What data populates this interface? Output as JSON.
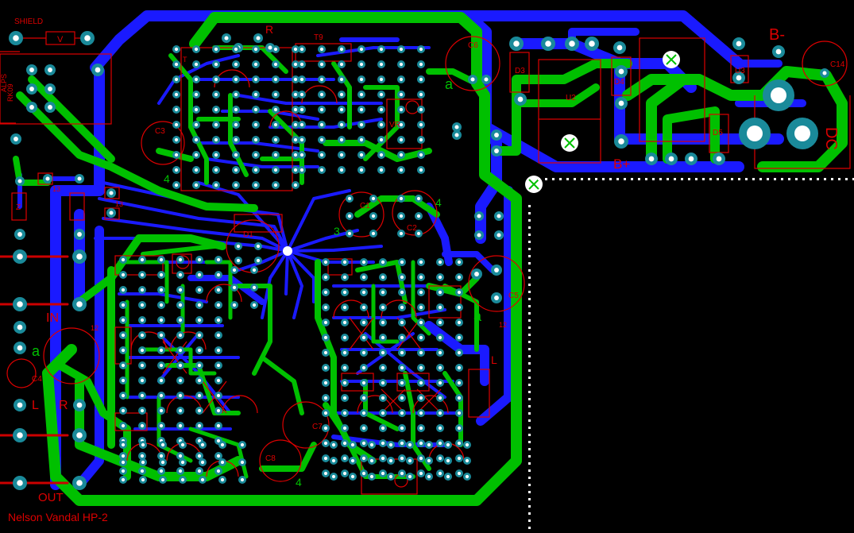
{
  "board": {
    "title": "Nelson Vandal HP-2",
    "background": "#000000",
    "colors": {
      "top_copper": "#1a1aff",
      "bottom_copper": "#00c000",
      "silkscreen": "#dd0000",
      "pad": "#1a8a9a",
      "pad_hole": "#ffffff",
      "polarity": "#00c000"
    }
  },
  "labels": {
    "shield": "SHIELD",
    "v": "V",
    "alps": "ALPS",
    "rk09": "RK09",
    "in": "IN",
    "l_in": "L",
    "r_in": "R",
    "out": "OUT",
    "b_minus": "B-",
    "b_plus": "B+",
    "dc": "DC",
    "t9": "T9",
    "c6": "C6",
    "d3": "D3",
    "u2": "U2",
    "d4": "D4",
    "c14": "C14",
    "d5": "D5",
    "u3": "U3",
    "c3": "C3",
    "c4": "C4",
    "c1": "C1",
    "c2": "C2",
    "d1": "D1",
    "c5": "C5",
    "c7": "C7",
    "c8": "C8",
    "vr": "VR",
    "z": "Z",
    "n13a": "13",
    "n13b": "13",
    "n12a": "12",
    "n12b": "12",
    "four_a": "4",
    "four_b": "4",
    "four_c": "4",
    "three": "3",
    "a_c6": "a",
    "a_c5": "a",
    "a_in": "a",
    "l_right": "L",
    "r_top": "R",
    "t_mark": "T"
  }
}
